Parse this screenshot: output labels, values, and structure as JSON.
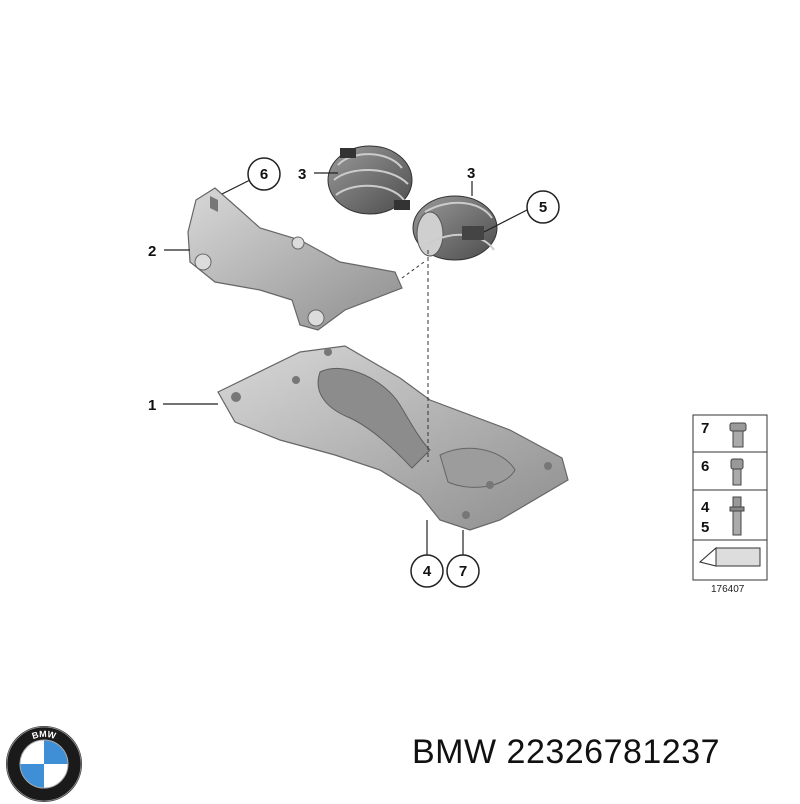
{
  "diagram": {
    "callouts": [
      {
        "id": "1",
        "label": "1"
      },
      {
        "id": "2",
        "label": "2"
      },
      {
        "id": "3a",
        "label": "3"
      },
      {
        "id": "3b",
        "label": "3"
      },
      {
        "id": "4",
        "label": "4"
      },
      {
        "id": "5",
        "label": "5"
      },
      {
        "id": "6",
        "label": "6"
      },
      {
        "id": "7",
        "label": "7"
      }
    ],
    "legend": {
      "rows": [
        {
          "labels": [
            "7"
          ],
          "icon": "flange-bolt-icon"
        },
        {
          "labels": [
            "6"
          ],
          "icon": "cap-screw-icon"
        },
        {
          "labels": [
            "4",
            "5"
          ],
          "icon": "stud-bolt-icon"
        }
      ],
      "reference_number": "176407"
    }
  },
  "footer": {
    "label": "BMW 22326781237",
    "logo": {
      "icon": "bmw-roundel-logo",
      "text": "BMW"
    }
  },
  "colors": {
    "part_metal": "#b4b4b4",
    "rubber": "#6a6a6a",
    "line": "#222222",
    "logo_blue": "#3f8fd6"
  }
}
